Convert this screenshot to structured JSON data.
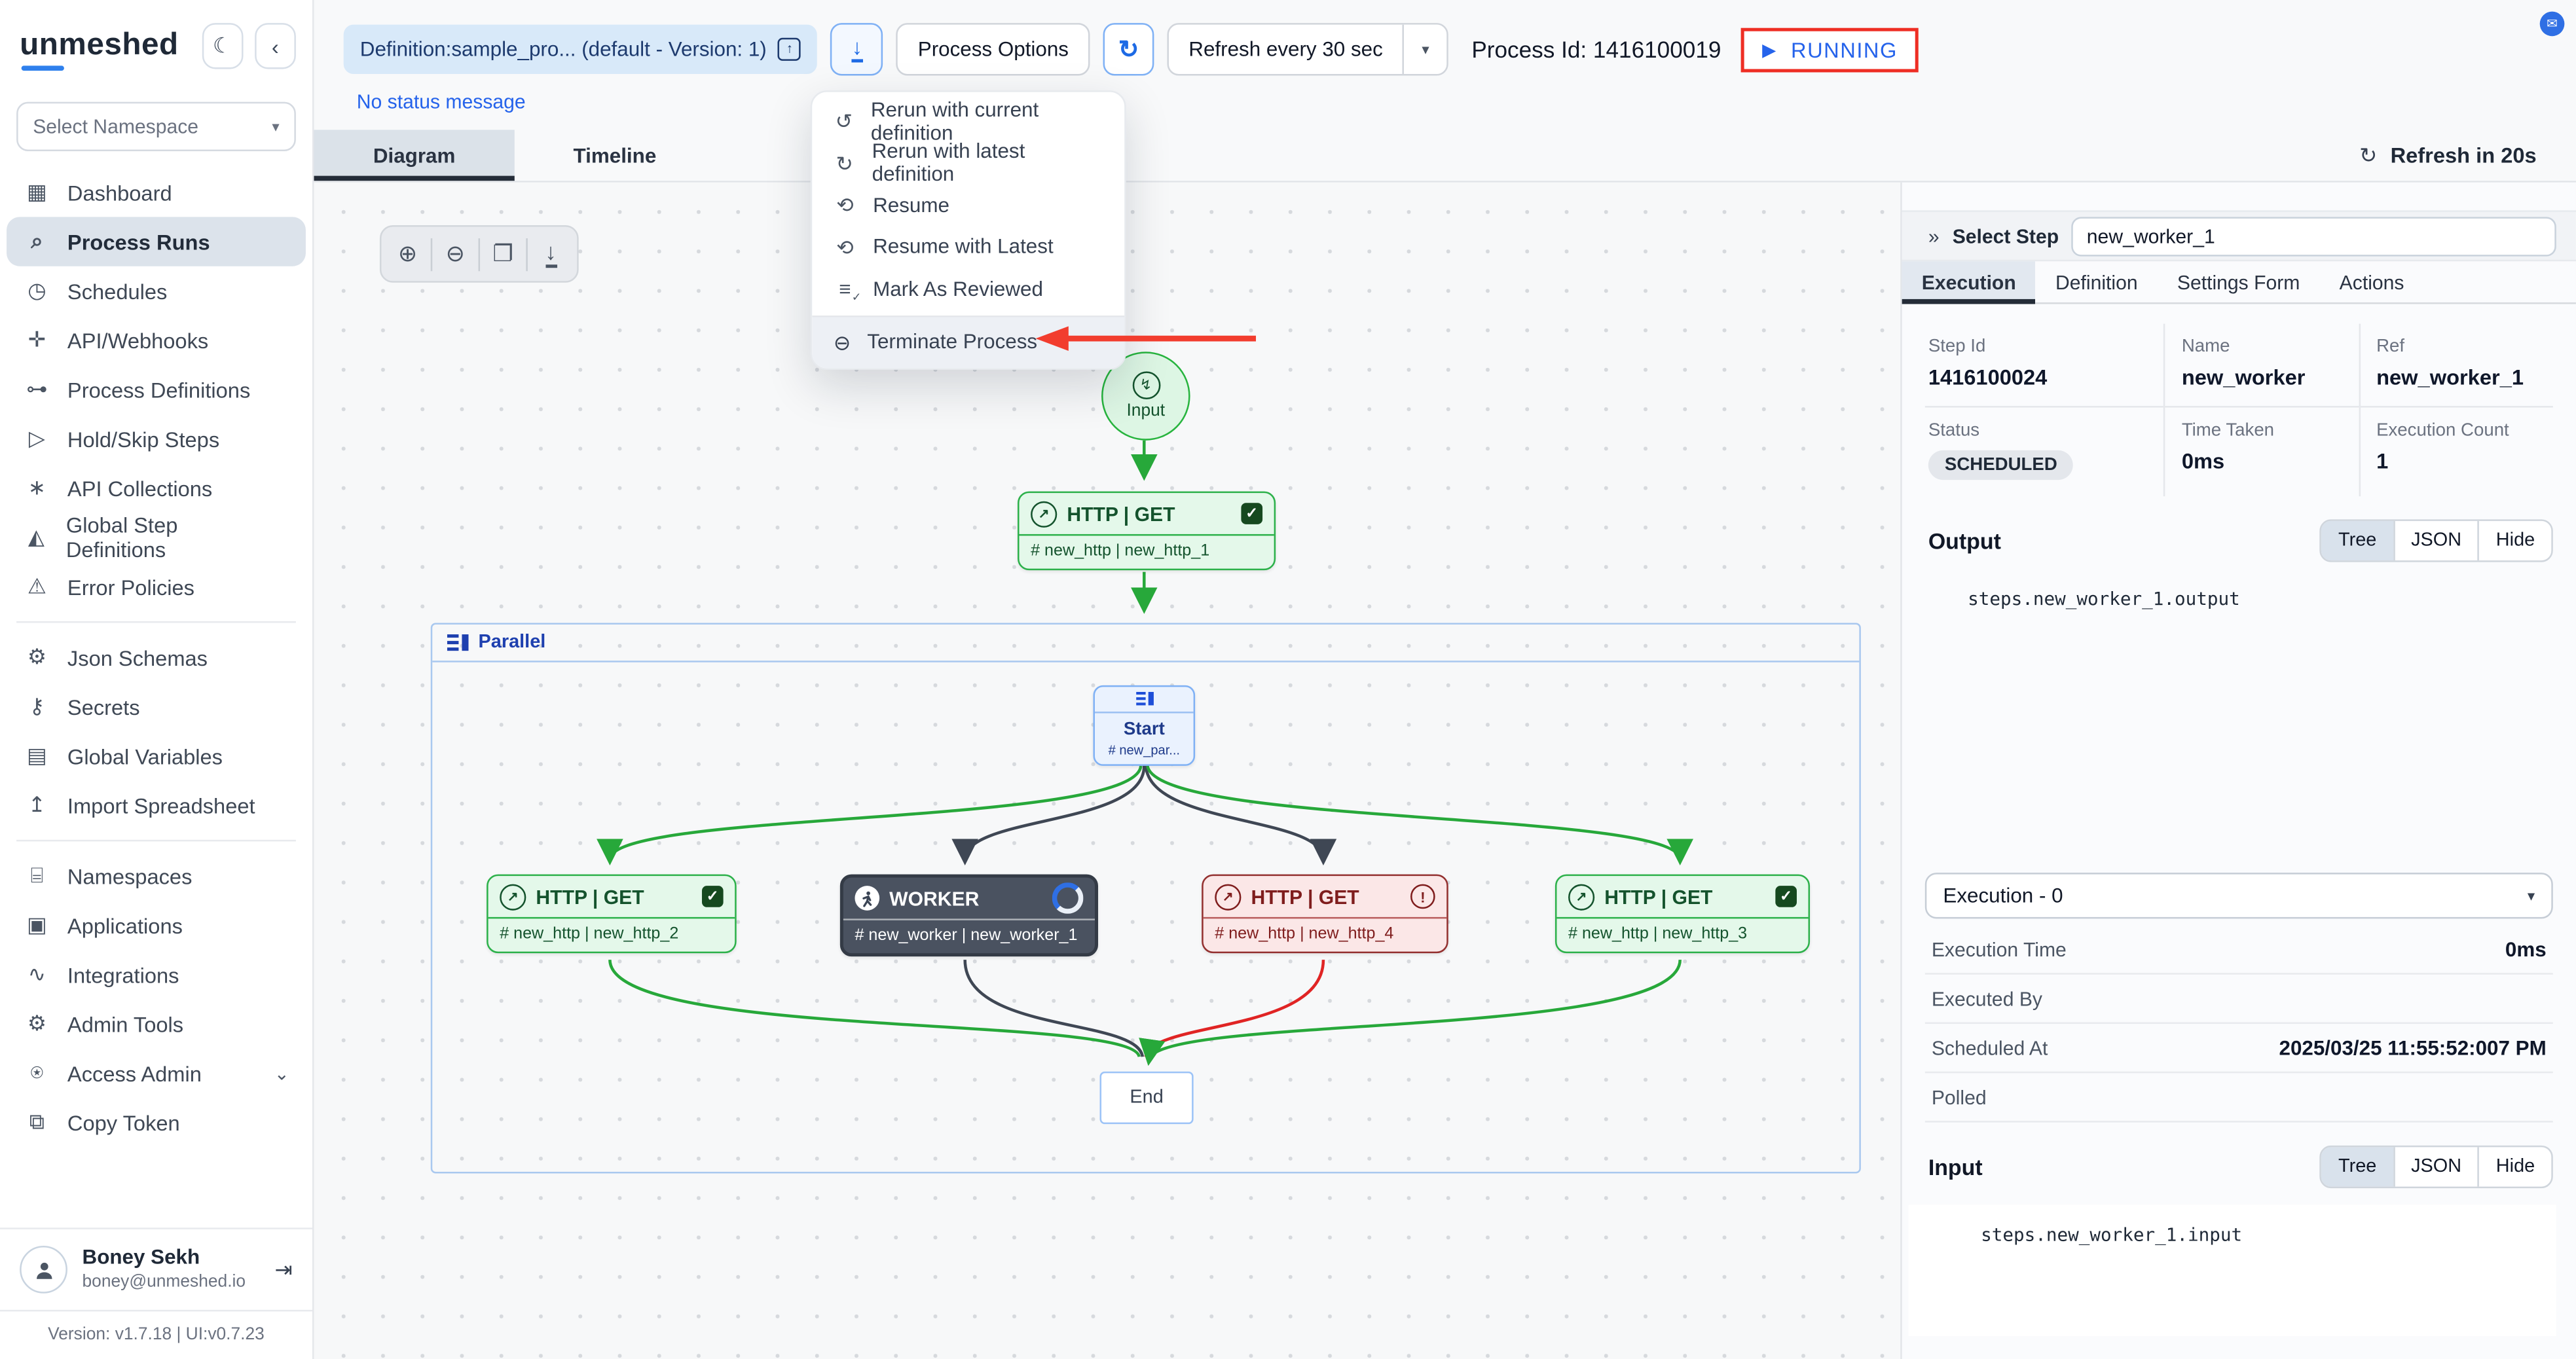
{
  "corner_badge_icon": "✉",
  "sidebar": {
    "logo": "unmeshed",
    "theme_icon": "☾",
    "collapse_icon": "‹",
    "namespace_placeholder": "Select Namespace",
    "caret": "▾",
    "groups": {
      "g1": [
        {
          "name": "sidebar-item-dashboard",
          "icon": "▦",
          "label": "Dashboard"
        },
        {
          "name": "sidebar-item-process-runs",
          "icon": "⌕",
          "label": "Process Runs",
          "active": true
        },
        {
          "name": "sidebar-item-schedules",
          "icon": "◷",
          "label": "Schedules"
        },
        {
          "name": "sidebar-item-api-webhooks",
          "icon": "✛",
          "label": "API/Webhooks"
        },
        {
          "name": "sidebar-item-process-definitions",
          "icon": "⊶",
          "label": "Process Definitions"
        },
        {
          "name": "sidebar-item-hold-skip-steps",
          "icon": "▷",
          "label": "Hold/Skip Steps"
        },
        {
          "name": "sidebar-item-api-collections",
          "icon": "∗",
          "label": "API Collections"
        },
        {
          "name": "sidebar-item-global-step-definitions",
          "icon": "◭",
          "label": "Global Step Definitions"
        },
        {
          "name": "sidebar-item-error-policies",
          "icon": "⚠",
          "label": "Error Policies"
        }
      ],
      "g2": [
        {
          "name": "sidebar-item-json-schemas",
          "icon": "⚙",
          "label": "Json Schemas"
        },
        {
          "name": "sidebar-item-secrets",
          "icon": "⚷",
          "label": "Secrets"
        },
        {
          "name": "sidebar-item-global-variables",
          "icon": "▤",
          "label": "Global Variables"
        },
        {
          "name": "sidebar-item-import-spreadsheet",
          "icon": "↥",
          "label": "Import Spreadsheet"
        }
      ],
      "g3": [
        {
          "name": "sidebar-item-namespaces",
          "icon": "⌸",
          "label": "Namespaces"
        },
        {
          "name": "sidebar-item-applications",
          "icon": "▣",
          "label": "Applications"
        },
        {
          "name": "sidebar-item-integrations",
          "icon": "∿",
          "label": "Integrations"
        },
        {
          "name": "sidebar-item-admin-tools",
          "icon": "⚙",
          "label": "Admin Tools"
        },
        {
          "name": "sidebar-item-access-admin",
          "icon": "⍟",
          "label": "Access Admin",
          "chevron": "⌄"
        },
        {
          "name": "sidebar-item-copy-token",
          "icon": "⧉",
          "label": "Copy Token"
        }
      ]
    },
    "user": {
      "name": "Boney Sekh",
      "email": "boney@unmeshed.io",
      "logout_icon": "⇥"
    },
    "version": "Version: v1.7.18 | UI:v0.7.23"
  },
  "topbar": {
    "definition_label": "Definition:sample_pro...  (default - Version: 1)",
    "open_icon": "↑",
    "download_icon": "↓",
    "process_options_label": "Process Options",
    "refresh_icon": "↻",
    "refresh_interval_label": "Refresh every 30 sec",
    "caret": "▾",
    "process_id_label": "Process Id: 1416100019",
    "play_icon": "▶",
    "status": "RUNNING",
    "status_message": "No status message"
  },
  "menu": {
    "items": [
      {
        "name": "menu-item-rerun-current",
        "icon": "↺",
        "label": "Rerun with current definition"
      },
      {
        "name": "menu-item-rerun-latest",
        "icon": "↻",
        "label": "Rerun with latest definition"
      },
      {
        "name": "menu-item-resume",
        "icon": "⟲",
        "label": "Resume"
      },
      {
        "name": "menu-item-resume-with-latest",
        "icon": "⟲",
        "label": "Resume with Latest"
      },
      {
        "name": "menu-item-mark-as-reviewed",
        "icon": "≡",
        "label": "Mark As Reviewed",
        "reviewed": true
      }
    ],
    "terminate": {
      "icon": "⊖",
      "label": "Terminate Process"
    }
  },
  "tabs": {
    "diagram": "Diagram",
    "timeline": "Timeline",
    "refresh_icon": "↻",
    "refresh_countdown": "Refresh in 20s"
  },
  "canvas": {
    "toolbar": {
      "zoom_in": "⊕",
      "zoom_out": "⊖",
      "fit": "❐",
      "download": "↓"
    },
    "nodes": {
      "input": {
        "icon": "↯",
        "label": "Input"
      },
      "http1": {
        "icon": "↗",
        "title": "HTTP | GET",
        "check": "✓",
        "ref": "# new_http | new_http_1"
      },
      "parallel": {
        "label": "Parallel"
      },
      "start": {
        "label": "Start",
        "ref": "# new_par..."
      },
      "http2": {
        "icon": "↗",
        "title": "HTTP | GET",
        "check": "✓",
        "ref": "# new_http | new_http_2"
      },
      "worker": {
        "title": "WORKER",
        "ref": "# new_worker | new_worker_1"
      },
      "http4": {
        "icon": "↗",
        "title": "HTTP | GET",
        "error": "!",
        "ref": "# new_http | new_http_4"
      },
      "http3": {
        "icon": "↗",
        "title": "HTTP | GET",
        "check": "✓",
        "ref": "# new_http | new_http_3"
      },
      "end": {
        "label": "End"
      }
    }
  },
  "panel": {
    "expand_icon": "»",
    "select_step_label": "Select Step",
    "step_value": "new_worker_1",
    "tabs": {
      "execution": "Execution",
      "definition": "Definition",
      "settings_form": "Settings Form",
      "actions": "Actions"
    },
    "details": {
      "step_id_label": "Step Id",
      "step_id": "1416100024",
      "name_label": "Name",
      "name": "new_worker",
      "ref_label": "Ref",
      "ref": "new_worker_1",
      "status_label": "Status",
      "status": "SCHEDULED",
      "time_taken_label": "Time Taken",
      "time_taken": "0ms",
      "exec_count_label": "Execution Count",
      "exec_count": "1"
    },
    "output": {
      "title": "Output",
      "tree": "Tree",
      "json": "JSON",
      "hide": "Hide",
      "path": "steps.new_worker_1.output"
    },
    "execution_select": "Execution - 0",
    "select_caret": "▾",
    "rows": [
      {
        "name": "panel-row-execution-time",
        "label": "Execution Time",
        "value": "0ms"
      },
      {
        "name": "panel-row-executed-by",
        "label": "Executed By",
        "value": ""
      },
      {
        "name": "panel-row-scheduled-at",
        "label": "Scheduled At",
        "value": "2025/03/25 11:55:52:007 PM"
      },
      {
        "name": "panel-row-polled",
        "label": "Polled",
        "value": ""
      }
    ],
    "input": {
      "title": "Input",
      "tree": "Tree",
      "json": "JSON",
      "hide": "Hide",
      "path": "steps.new_worker_1.input"
    }
  }
}
